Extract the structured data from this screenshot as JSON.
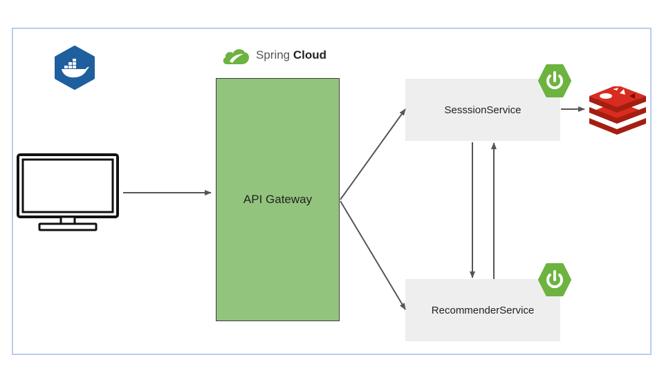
{
  "diagram": {
    "brand": {
      "spring_cloud_word1": "Spring",
      "spring_cloud_word2": "Cloud"
    },
    "nodes": {
      "gateway": "API Gateway",
      "session": "SesssionService",
      "recommender": "RecommenderService"
    },
    "icons": [
      "docker-icon",
      "monitor-icon",
      "spring-cloud-icon",
      "spring-boot-icon",
      "redis-icon"
    ],
    "colors": {
      "gateway_fill": "#93c47d",
      "service_fill": "#eeeeee",
      "frame_border": "#b7cdec",
      "docker_blue": "#1f5f9e",
      "spring_green": "#6db33f",
      "redis_red": "#d82c20"
    }
  }
}
